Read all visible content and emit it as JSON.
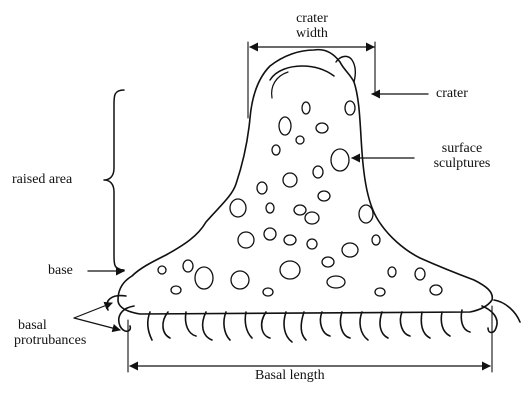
{
  "labels": {
    "crater_width_line1": "crater",
    "crater_width_line2": "width",
    "crater": "crater",
    "surface_line1": "surface",
    "surface_line2": "sculptures",
    "raised_area": "raised area",
    "base": "base",
    "basal_line1": "basal",
    "basal_line2": "protrubances",
    "basal_length": "Basal length"
  }
}
